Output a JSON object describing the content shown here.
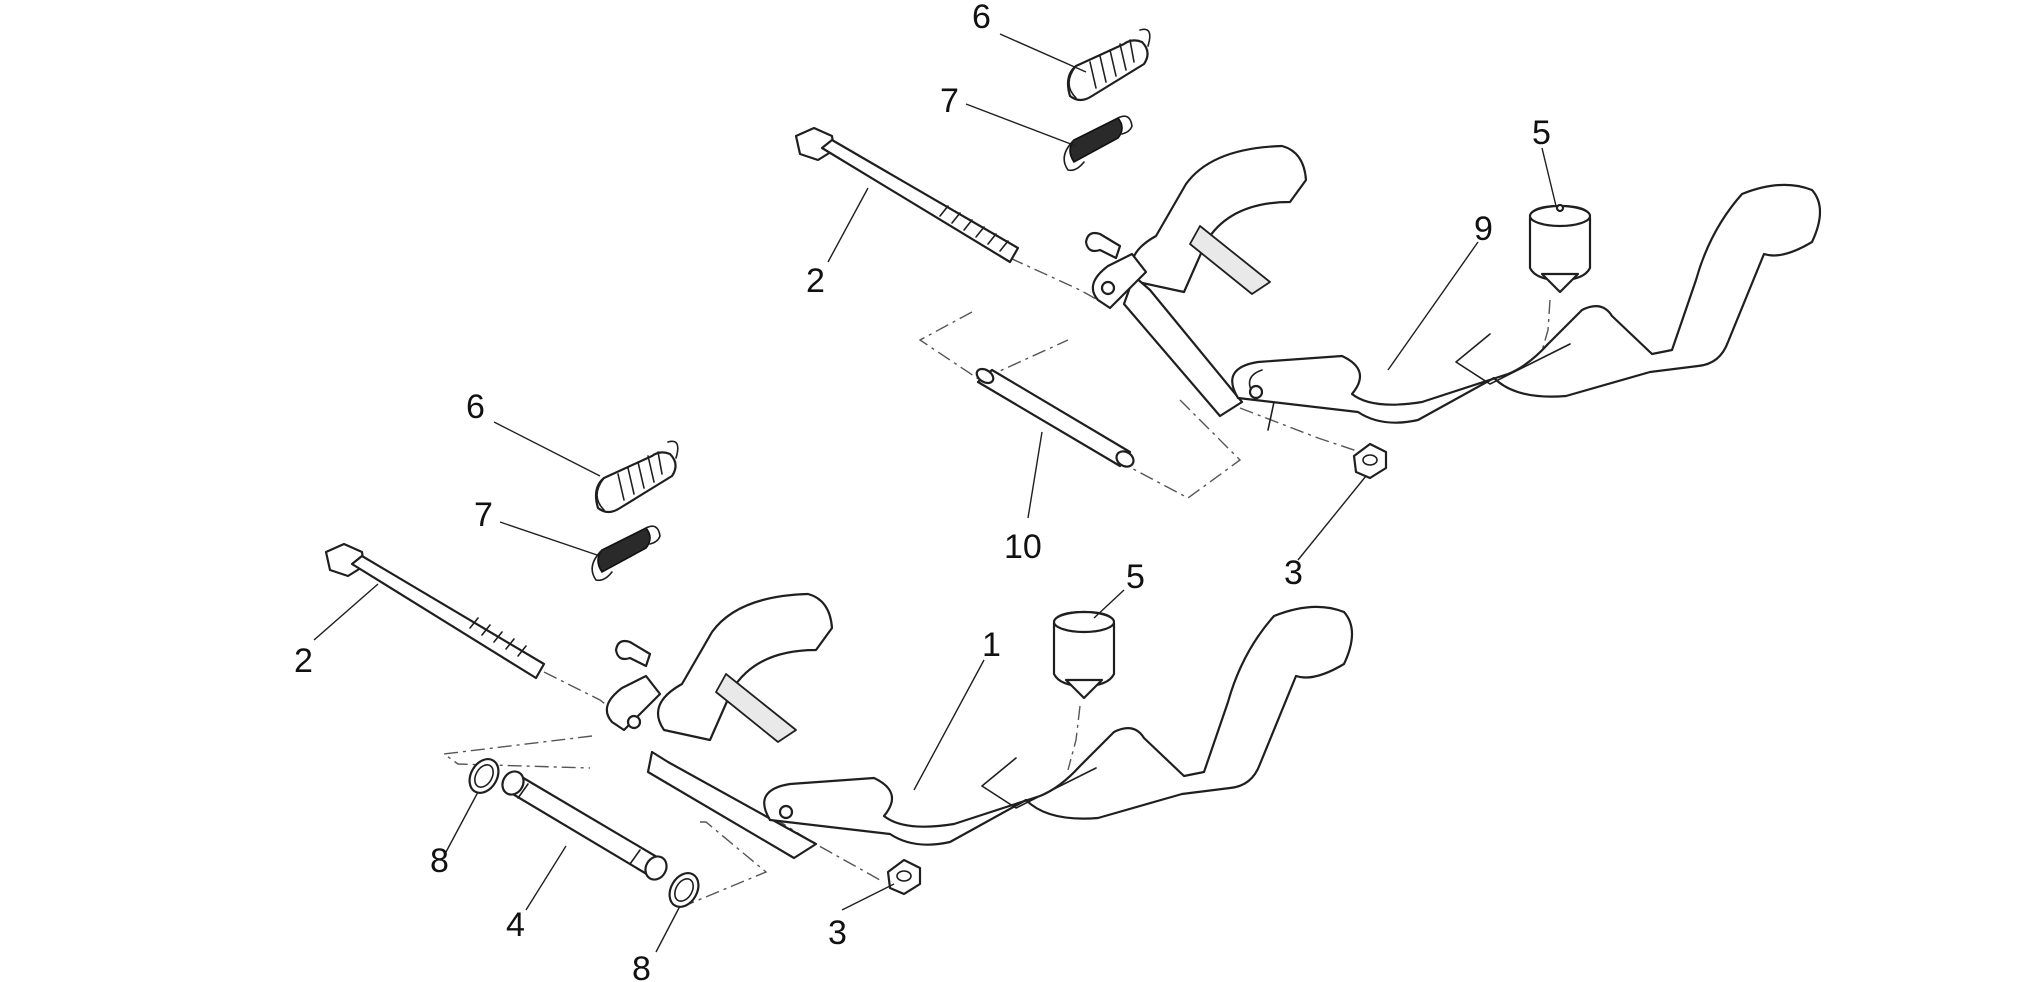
{
  "callouts": {
    "top_spring_large": "6",
    "top_spring_small": "7",
    "top_bolt": "2",
    "top_bumper": "5",
    "top_stand": "9",
    "pin": "10",
    "top_nut": "3",
    "bottom_spring_large": "6",
    "bottom_spring_small": "7",
    "bottom_bolt": "2",
    "bottom_bumper": "5",
    "bottom_stand": "1",
    "bottom_nut": "3",
    "washer_left": "8",
    "bushing": "4",
    "washer_right": "8"
  },
  "colors": {
    "line": "#1f1f1f",
    "background": "#ffffff",
    "dashdot": "#555555"
  }
}
